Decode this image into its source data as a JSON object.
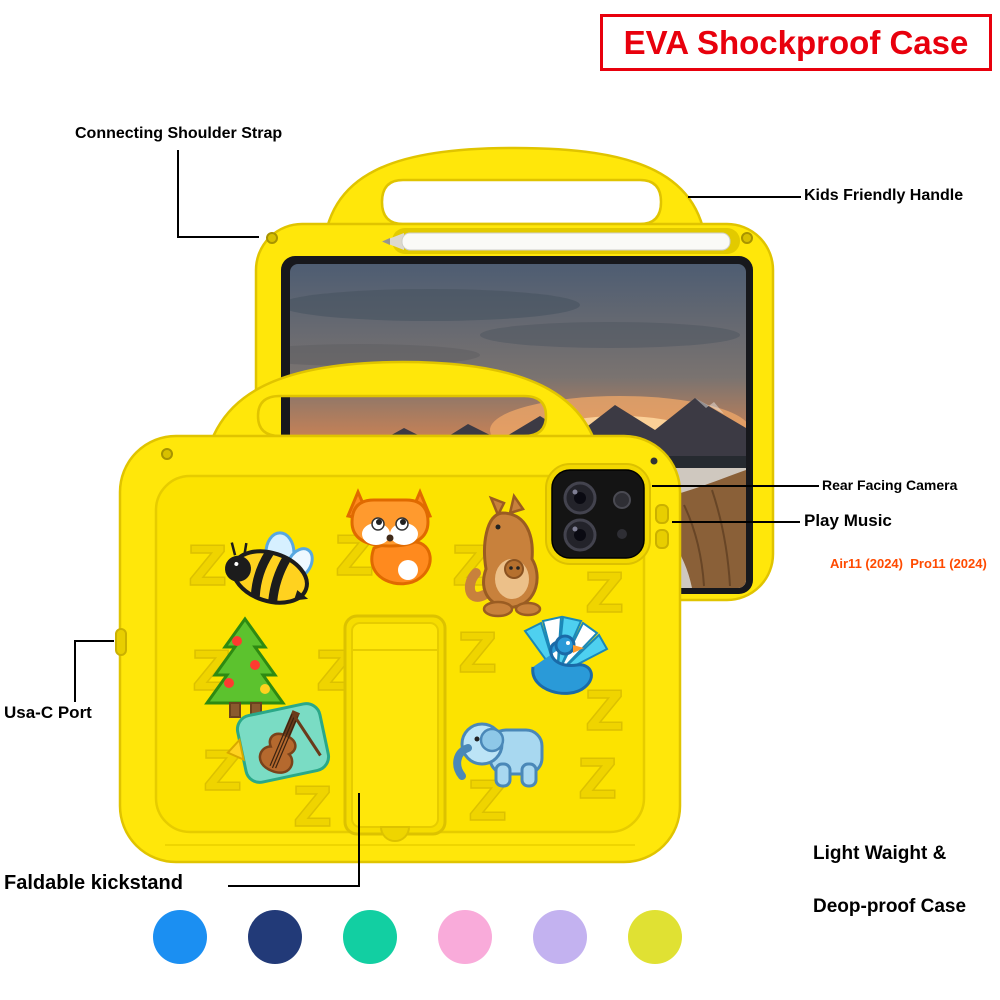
{
  "title": "EVA Shockproof Case",
  "pattern": {
    "glyph": "Z"
  },
  "callouts": {
    "shoulder_strap": "Connecting Shoulder Strap",
    "handle": "Kids Friendly Handle",
    "camera": "Rear Facing Camera",
    "play_music": "Play Music",
    "compatibility": "Air11 (2024)  Pro11 (2024)",
    "usb_port": "Usa-C Port",
    "kickstand": "Faldable kickstand",
    "lightweight_1": "Light Waight &",
    "lightweight_2": "Deop-proof Case"
  },
  "colors": {
    "title_red": "#e8000d",
    "compatibility_orange": "#ff4a00",
    "case_yellow": "#ffe70a",
    "label_black": "#000000"
  },
  "color_options": [
    {
      "name": "blue",
      "hex": "#1b8ff2"
    },
    {
      "name": "navy",
      "hex": "#223a78"
    },
    {
      "name": "teal",
      "hex": "#12cfa2"
    },
    {
      "name": "pink",
      "hex": "#f9abda"
    },
    {
      "name": "lavender",
      "hex": "#c3b2f0"
    },
    {
      "name": "yellow",
      "hex": "#e0e133"
    }
  ]
}
